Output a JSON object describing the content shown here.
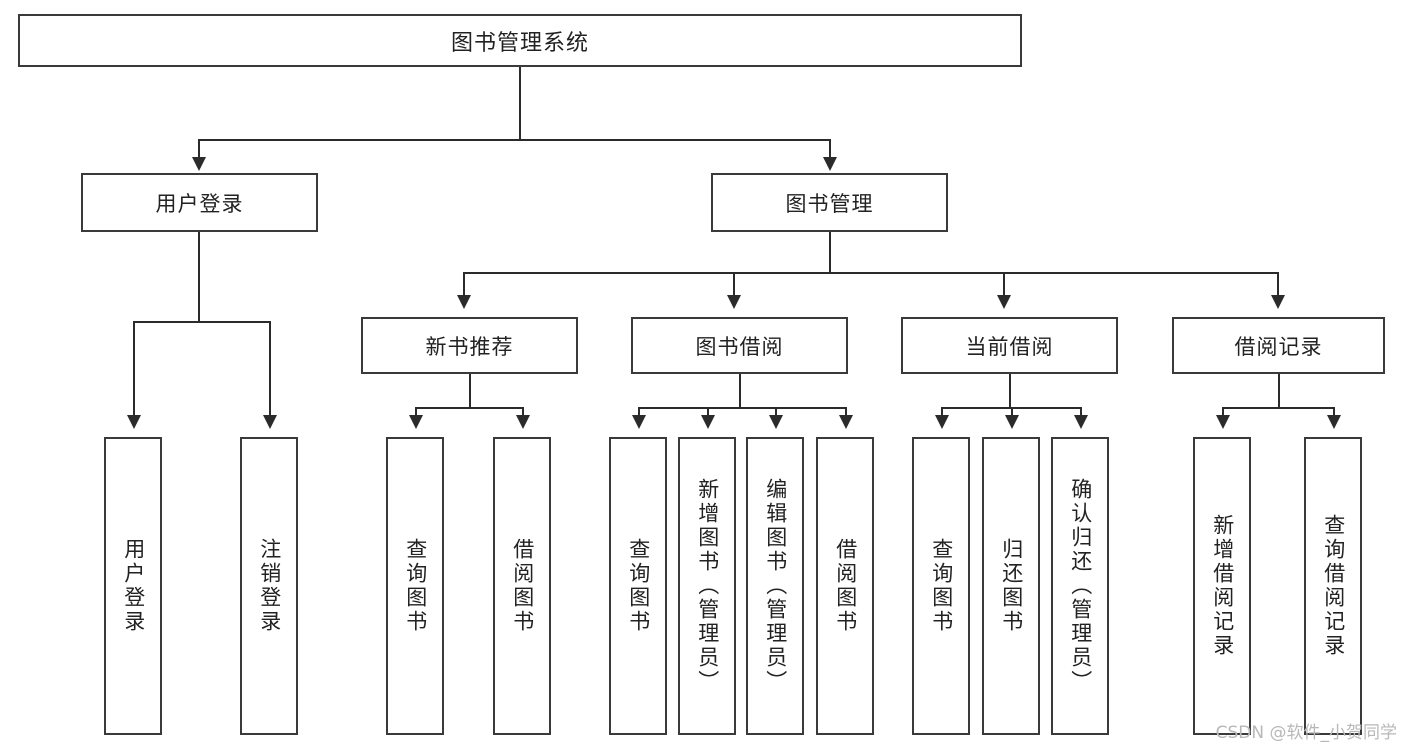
{
  "diagram": {
    "title": "图书管理系统",
    "type": "function-structure-tree",
    "root": {
      "id": "root",
      "label": "图书管理系统"
    },
    "level2": [
      {
        "id": "user-login",
        "label": "用户登录"
      },
      {
        "id": "book-management",
        "label": "图书管理"
      }
    ],
    "level3": [
      {
        "id": "new-book-recommend",
        "label": "新书推荐"
      },
      {
        "id": "book-borrow",
        "label": "图书借阅"
      },
      {
        "id": "current-borrow",
        "label": "当前借阅"
      },
      {
        "id": "borrow-record",
        "label": "借阅记录"
      }
    ],
    "leaves": [
      {
        "id": "leaf-user-login",
        "label": "用户登录",
        "parent": "user-login"
      },
      {
        "id": "leaf-logout",
        "label": "注销登录",
        "parent": "user-login"
      },
      {
        "id": "leaf-query-book-1",
        "label": "查询图书",
        "parent": "new-book-recommend"
      },
      {
        "id": "leaf-borrow-book-1",
        "label": "借阅图书",
        "parent": "new-book-recommend"
      },
      {
        "id": "leaf-query-book-2",
        "label": "查询图书",
        "parent": "book-borrow"
      },
      {
        "id": "leaf-add-book",
        "label": "新增图书（管理员）",
        "parent": "book-borrow"
      },
      {
        "id": "leaf-edit-book",
        "label": "编辑图书（管理员）",
        "parent": "book-borrow"
      },
      {
        "id": "leaf-borrow-book-2",
        "label": "借阅图书",
        "parent": "book-borrow"
      },
      {
        "id": "leaf-query-book-3",
        "label": "查询图书",
        "parent": "current-borrow"
      },
      {
        "id": "leaf-return-book",
        "label": "归还图书",
        "parent": "current-borrow"
      },
      {
        "id": "leaf-confirm-return",
        "label": "确认归还（管理员）",
        "parent": "current-borrow"
      },
      {
        "id": "leaf-add-borrow-record",
        "label": "新增借阅记录",
        "parent": "borrow-record"
      },
      {
        "id": "leaf-query-borrow-record",
        "label": "查询借阅记录",
        "parent": "borrow-record"
      }
    ],
    "watermark": "CSDN @软件_小贺同学",
    "colors": {
      "box_border": "#3a3a3a",
      "connector": "#2b2b2b",
      "text": "#222222",
      "background": "#ffffff",
      "watermark": "#b8b8b8"
    }
  }
}
